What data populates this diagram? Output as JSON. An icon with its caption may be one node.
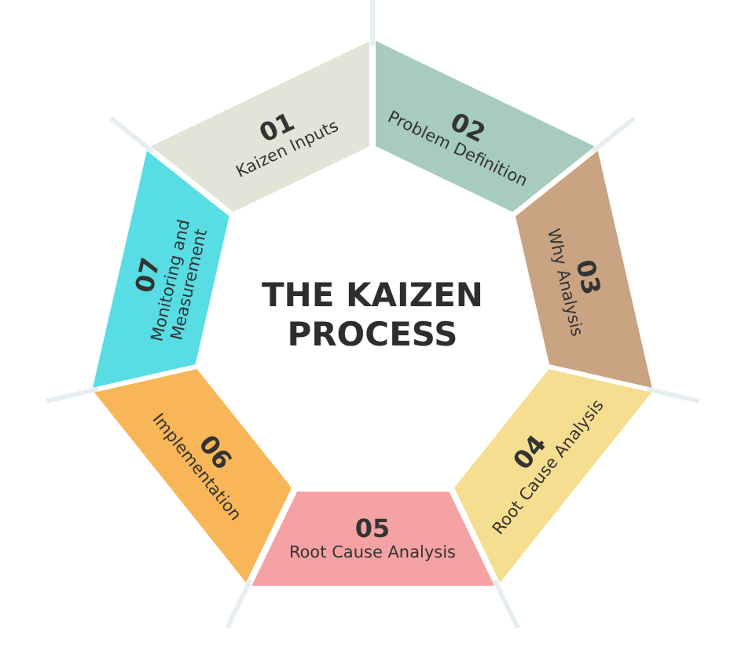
{
  "diagram": {
    "title": "THE KAIZEN PROCESS",
    "nodes": [
      {
        "text": [
          "01",
          "Kaizen Inputs"
        ]
      },
      {
        "text": [
          "02",
          "Problem Definition"
        ]
      },
      {
        "text": [
          "03",
          "Why Analysis"
        ]
      },
      {
        "text": [
          "04",
          "Root Cause Analysis"
        ]
      },
      {
        "text": [
          "05",
          "Root Cause Analysis"
        ]
      },
      {
        "text": [
          "06",
          "Implementation"
        ]
      },
      {
        "text": [
          "07",
          "Monitoring and Measurement"
        ]
      }
    ]
  }
}
